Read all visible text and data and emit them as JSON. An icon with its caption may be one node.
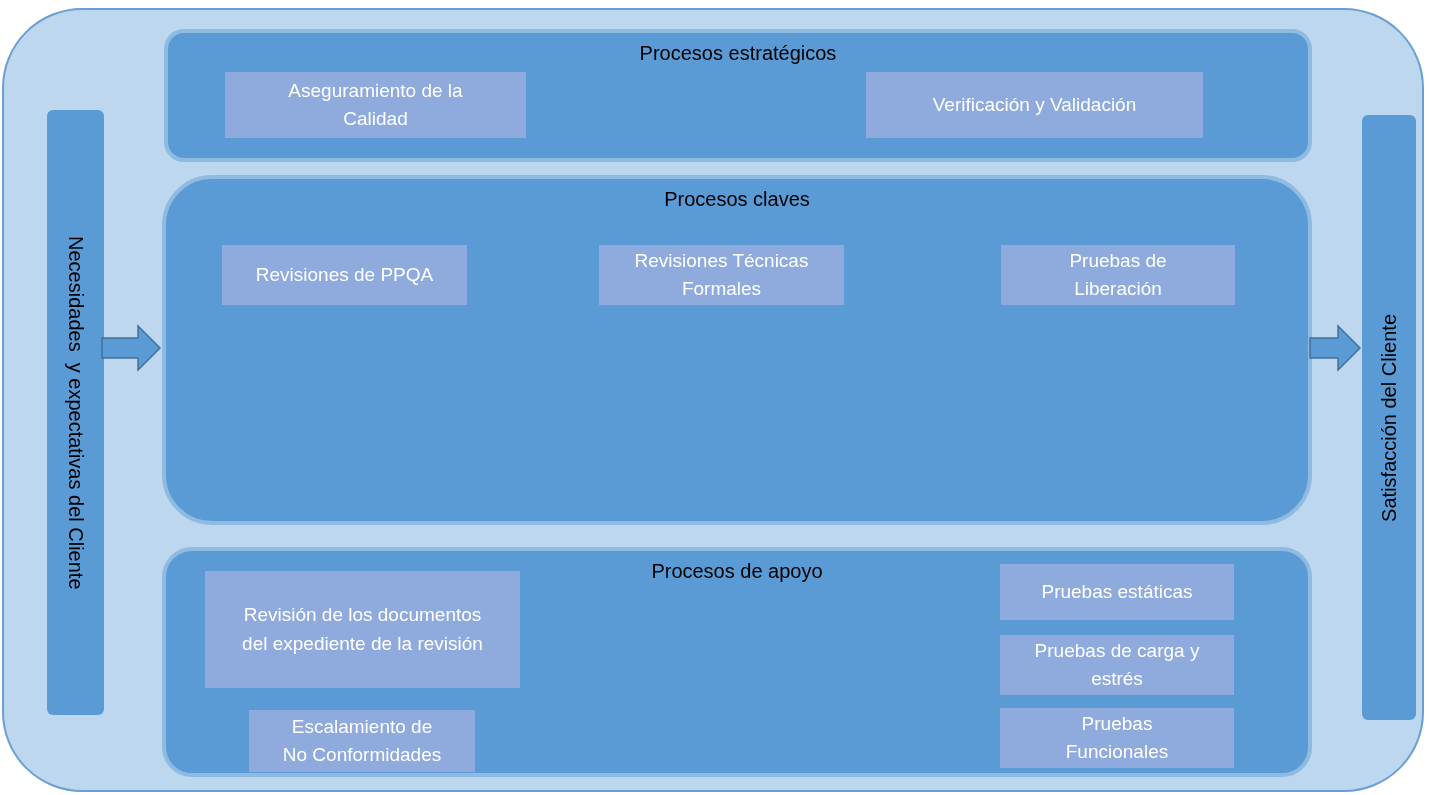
{
  "diagram": {
    "nodes": [
      {
        "text": [],
        "shape": "box"
      },
      {
        "text": [
          "Procesos estratégicos"
        ],
        "in": 0
      },
      {
        "text": [
          "Aseguramiento de la Calidad"
        ],
        "in": 1
      },
      {
        "text": [
          "Verificación y Validación"
        ],
        "in": 1
      },
      {
        "text": [
          "Necesidades  y expectativas del Cliente"
        ],
        "in": 0
      },
      {
        "text": [
          "Procesos claves"
        ],
        "in": 0
      },
      {
        "text": [
          "Revisiones de PPQA"
        ],
        "in": 5
      },
      {
        "text": [
          "Revisiones Técnicas Formales"
        ],
        "in": 5
      },
      {
        "text": [
          "Pruebas de Liberación"
        ],
        "in": 5
      },
      {
        "text": [
          "Satisfacción del Cliente"
        ],
        "in": 0
      },
      {
        "text": [
          "Procesos de apoyo"
        ],
        "in": 0
      },
      {
        "text": [
          "Revisión de los documentos del expediente de la revisión"
        ],
        "in": 10
      },
      {
        "text": [
          "Escalamiento de No Conformidades"
        ],
        "in": 10
      },
      {
        "text": [
          "Pruebas estáticas"
        ],
        "in": 10
      },
      {
        "text": [
          "Pruebas de carga y estrés"
        ],
        "in": 10
      },
      {
        "text": [
          "Pruebas Funcionales"
        ],
        "in": 10
      }
    ],
    "edges": [
      {
        "from": 4,
        "to": 5,
        "arrow": "to"
      },
      {
        "from": 5,
        "to": 9,
        "arrow": "to"
      }
    ]
  }
}
